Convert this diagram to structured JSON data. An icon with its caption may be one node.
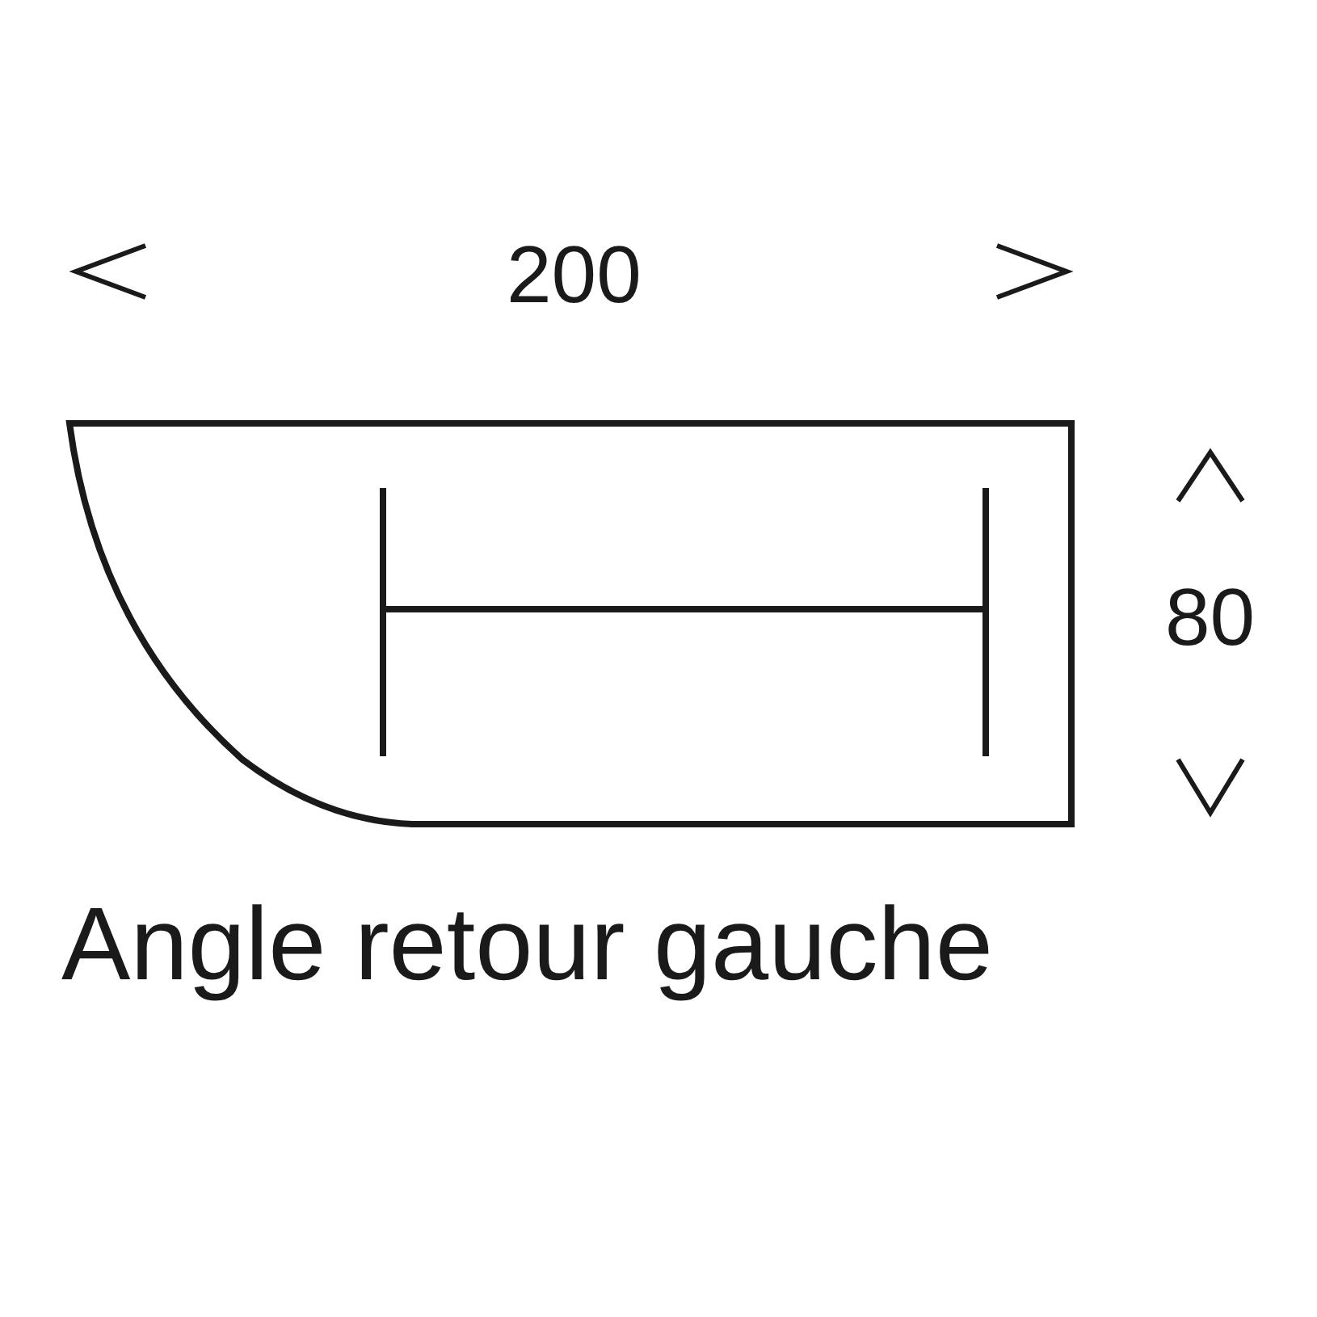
{
  "diagram": {
    "caption": "Angle retour gauche",
    "labels": [
      "200",
      "80"
    ]
  }
}
